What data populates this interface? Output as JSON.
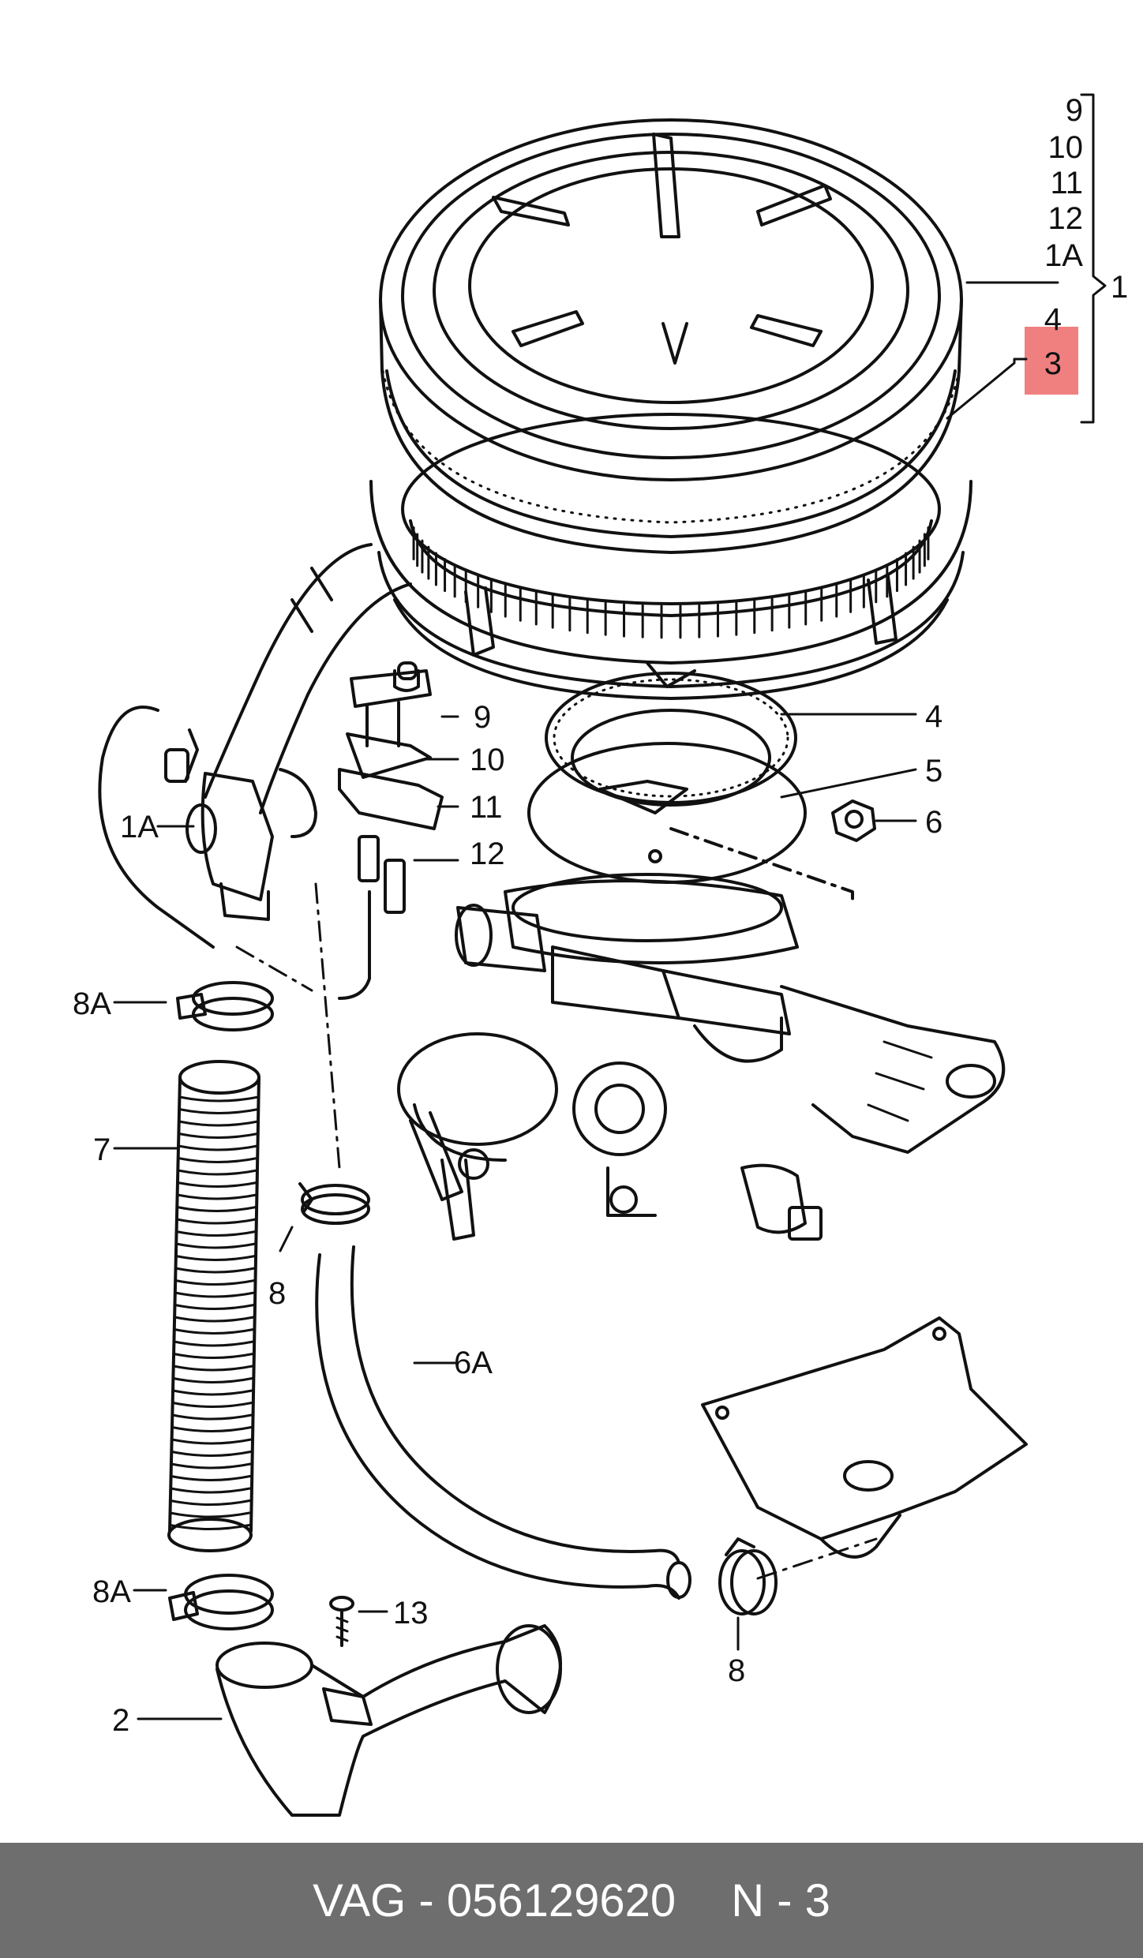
{
  "labels": {
    "bracket_group": [
      "9",
      "10",
      "11",
      "12",
      "1A",
      "4",
      "3"
    ],
    "bracket_total": "1",
    "p9": "9",
    "p10": "10",
    "p11": "11",
    "p12": "12",
    "p4": "4",
    "p5": "5",
    "p6": "6",
    "p1A": "1A",
    "p8A_top": "8A",
    "p7": "7",
    "p8_left": "8",
    "p6A": "6A",
    "p8A_bottom": "8A",
    "p13": "13",
    "p2": "2",
    "p8_right": "8"
  },
  "highlight": {
    "part": "3",
    "color": "#f08080"
  },
  "footer": {
    "brand": "VAG",
    "sep": "-",
    "part_number": "056129620",
    "ref": "N - 3"
  },
  "colors": {
    "footer_bg": "#6e6e6e",
    "footer_text": "#ffffff",
    "line": "#111111"
  }
}
